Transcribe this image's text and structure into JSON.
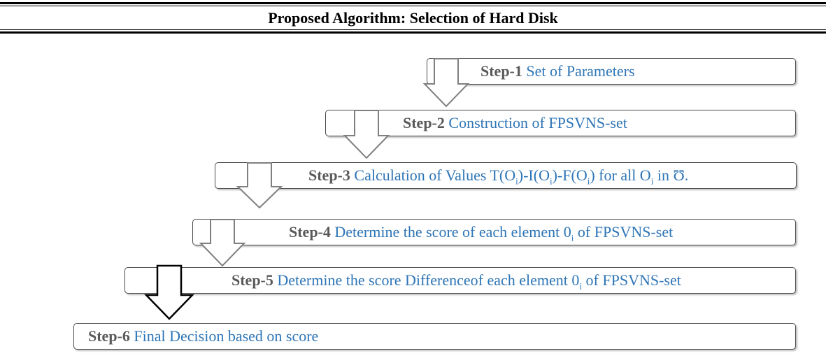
{
  "title": "Proposed Algorithm: Selection of Hard Disk",
  "colors": {
    "label": "#595959",
    "text": "#2e75b6",
    "border": "#4a4a4a",
    "arrow": "#7f7f7f",
    "last_arrow": "#000000"
  },
  "steps": [
    {
      "label": "Step-1",
      "text": "Set of Parameters"
    },
    {
      "label": "Step-2",
      "text": "Construction of FPSVNS-set"
    },
    {
      "label": "Step-3",
      "text_parts": [
        "Calculation of Values T(O",
        "i",
        ")-I(O",
        "i",
        ")-F(O",
        "i",
        ") for all O",
        "i",
        " in Ʊ."
      ]
    },
    {
      "label": "Step-4",
      "text_parts": [
        " Determine the score of each element 0",
        "i",
        "  of FPSVNS-set"
      ]
    },
    {
      "label": "Step-5",
      "text_parts": [
        "Determine the score Differenceof each element 0",
        "i",
        "  of FPSVNS-set"
      ]
    },
    {
      "label": "Step-6",
      "text": "Final Decision based on score"
    }
  ]
}
